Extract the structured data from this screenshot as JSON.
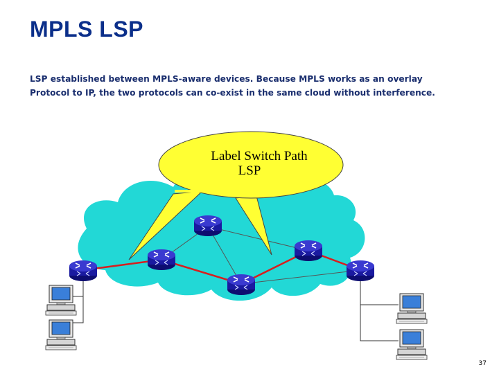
{
  "title": "MPLS LSP",
  "description": {
    "line1": "LSP established between MPLS-aware devices.  Because MPLS works as an overlay",
    "line2": "Protocol  to IP, the two protocols can co-exist in the same cloud without interference."
  },
  "callout": {
    "line1": "Label Switch Path",
    "line2": "LSP"
  },
  "colors": {
    "title": "#0b2f8a",
    "cloud": "#22d8d6",
    "callout": "#ffff33",
    "lsp_path": "#d81e1e",
    "router": "#1a1aa0"
  },
  "icons": [
    "router-icon",
    "computer-icon"
  ],
  "page_number": "37"
}
